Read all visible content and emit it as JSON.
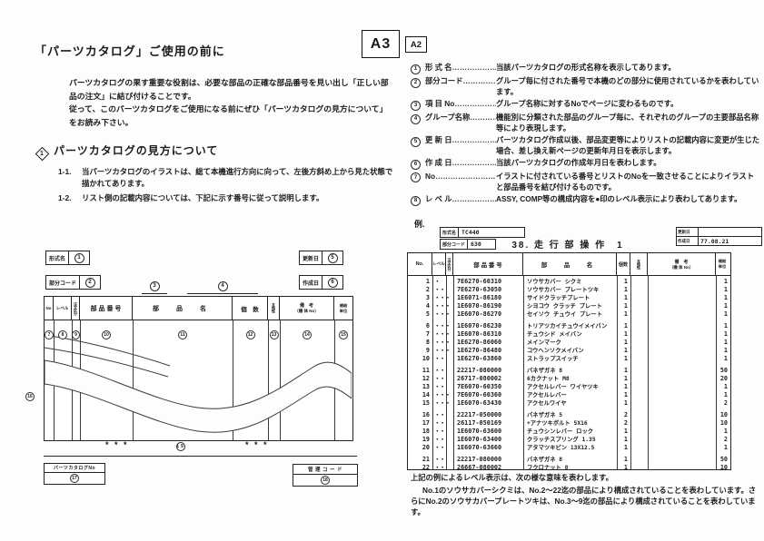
{
  "tags": {
    "a3": "A3",
    "a2": "A2"
  },
  "table_headers": {
    "no": "No",
    "no_dot": "No.",
    "level": "レベル",
    "order": "注文区分",
    "part_no": "部 品 番 号",
    "part_name": "部　品　名",
    "qty_wide": "個　数",
    "qty": "個数",
    "compat": "互換性",
    "remarks": "備　考",
    "remarks_sub": "（機 体 No）",
    "unit_l1": "補給",
    "unit_l2": "単位"
  },
  "left_page": {
    "title": "「パーツカタログ」ご使用の前に",
    "intro": [
      "パーツカタログの果す重要な役割は、必要な部品の正確な部品番号を見い出し「正しい部品の注文」に結び付けることです。",
      "従って、このパーツカタログをご使用になる前にぜひ「パーツカタログの見方について」をお読み下さい。"
    ],
    "section": {
      "marker": "1",
      "title": "パーツカタログの見方について"
    },
    "items": [
      {
        "no": "1-1.",
        "text": "当パーツカタログのイラストは、総て本機進行方向に向って、左後方斜め上から見た状態で描かれてあります。"
      },
      {
        "no": "1-2.",
        "text": "リスト側の記載内容については、下記に示す番号に従って説明します。"
      }
    ],
    "diagram": {
      "boxes": {
        "keishiki": {
          "label": "形式名",
          "ref": "1"
        },
        "koushin": {
          "label": "更新日",
          "ref": "5"
        },
        "bubun": {
          "label": "部分コード",
          "ref": "2"
        },
        "sakusei": {
          "label": "作成日",
          "ref": "6"
        }
      },
      "col_refs": [
        "3",
        "4"
      ],
      "ref_row": [
        "7",
        "8",
        "9",
        "10",
        "11",
        "12",
        "13",
        "14",
        "15"
      ],
      "illust_ref": "16",
      "stars": "* * *",
      "footer_ref": "19",
      "catalog_box": {
        "label": "パーツカタログNo",
        "ref": "17"
      },
      "kanri_box": {
        "label": "管 理 コ ー ド",
        "ref": "18"
      }
    }
  },
  "right_page": {
    "items": [
      {
        "ref": "1",
        "term": "形 式 名",
        "leader": "………………………",
        "desc": "当該パーツカタログの形式名称を表示してあります。"
      },
      {
        "ref": "2",
        "term": "部分コード",
        "leader": "………………………",
        "desc": "グループ毎に付された番号で本機のどの部分に使用されているかを表わしています。"
      },
      {
        "ref": "3",
        "term": "項 目 No",
        "leader": "………………………",
        "desc": "グループ名称に対するNoでページに変わるものです。"
      },
      {
        "ref": "4",
        "term": "グループ名称",
        "leader": "………………………",
        "desc": "機能別に分類された部品のグループ毎に、それぞれのグループの主要部品名称等により表現します。"
      },
      {
        "ref": "5",
        "term": "更 新 日",
        "leader": "………………………",
        "desc": "パーツカタログ作成以後、部品変更等によりリストの記載内容に変更が生じた場合、差し換え新ページの更新年月日を表示します。"
      },
      {
        "ref": "6",
        "term": "作 成 日",
        "leader": "………………………",
        "desc": "当該パーツカタログの作成年月日を表わします。"
      },
      {
        "ref": "7",
        "term": "No",
        "leader": "………………………",
        "desc": "イラストに付されている番号とリストのNoを一致させることによりイラストと部品番号を結び付けるものです。"
      },
      {
        "ref": "8",
        "term": "レ ベ ル",
        "leader": "………………………",
        "desc": "ASSY, COMP等の構成内容を●印のレベル表示により表わしてあります。"
      }
    ],
    "example_label": "例.",
    "example_table": {
      "keishiki_label": "形式名",
      "keishiki_value": "TC440",
      "bubun_label": "部分コード",
      "bubun_value": "630",
      "title": "38. 走 行 部 操 作　1",
      "update_label": "更新日",
      "update_value": "",
      "create_label": "作成日",
      "create_value": "77.08.21",
      "rows": [
        {
          "no": "1",
          "level": "・",
          "part_no": "7E6270-60310",
          "name": "ソウサカバー シクミ",
          "qty": "1",
          "unit": "1"
        },
        {
          "no": "2",
          "level": "・・",
          "part_no": "7E6270-63050",
          "name": "ソウサカバー プレートツキ",
          "qty": "1",
          "unit": "1"
        },
        {
          "no": "3",
          "level": "・・・",
          "part_no": "1E6071-86180",
          "name": "サイドクラッチプレート",
          "qty": "1",
          "unit": "1"
        },
        {
          "no": "4",
          "level": "・・・",
          "part_no": "1E6070-86190",
          "name": "シヨコウ クラッチ プレート",
          "qty": "1",
          "unit": "1"
        },
        {
          "no": "5",
          "level": "・・・",
          "part_no": "1E6070-86270",
          "name": "セイソウ チュウイ プレート",
          "qty": "1",
          "unit": "1"
        },
        {
          "no": "6",
          "level": "・・・",
          "part_no": "1E6070-86230",
          "name": "トリアツカイチュウイメイバン",
          "qty": "1",
          "unit": "1",
          "gap": true
        },
        {
          "no": "7",
          "level": "・・・",
          "part_no": "1E6070-86310",
          "name": "チュウシド メイバン",
          "qty": "1",
          "unit": "1"
        },
        {
          "no": "8",
          "level": "・・・",
          "part_no": "1E6270-86060",
          "name": "メインマーク",
          "qty": "1",
          "unit": "1"
        },
        {
          "no": "9",
          "level": "・・・",
          "part_no": "1E6270-86480",
          "name": "コウヘンソクメイバン",
          "qty": "1",
          "unit": "1"
        },
        {
          "no": "10",
          "level": "・・",
          "part_no": "1E6270-63860",
          "name": "ストラップスイッチ",
          "qty": "1",
          "unit": "1"
        },
        {
          "no": "11",
          "level": "・・",
          "part_no": "22217-080000",
          "name": "バネザガネ 8",
          "qty": "1",
          "unit": "50",
          "gap": true
        },
        {
          "no": "12",
          "level": "・・",
          "part_no": "26717-080002",
          "name": "6カクナット M8",
          "qty": "1",
          "unit": "20"
        },
        {
          "no": "13",
          "level": "・・",
          "part_no": "7E6070-60350",
          "name": "アクセルレバー ワイヤツキ",
          "qty": "1",
          "unit": "1"
        },
        {
          "no": "14",
          "level": "・・・",
          "part_no": "7E6070-60360",
          "name": "アクセルレバー",
          "qty": "1",
          "unit": "1"
        },
        {
          "no": "15",
          "level": "・・・",
          "part_no": "1E6070-63430",
          "name": "アクセルワイヤ",
          "qty": "1",
          "unit": "2"
        },
        {
          "no": "16",
          "level": "・・",
          "part_no": "22217-050000",
          "name": "バネザガネ 5",
          "qty": "2",
          "unit": "10",
          "gap": true
        },
        {
          "no": "17",
          "level": "・・",
          "part_no": "26117-050169",
          "name": "+アナツキボルト 5X16",
          "qty": "2",
          "unit": "10"
        },
        {
          "no": "18",
          "level": "・・",
          "part_no": "1E6070-63600",
          "name": "チュウシンレバー ロック",
          "qty": "1",
          "unit": "1"
        },
        {
          "no": "19",
          "level": "・・",
          "part_no": "1E6070-63400",
          "name": "クラッチスプリング 1.35",
          "qty": "1",
          "unit": "2"
        },
        {
          "no": "20",
          "level": "・・",
          "part_no": "1E6070-63660",
          "name": "アタマツキピン 13X12.5",
          "qty": "1",
          "unit": "1"
        },
        {
          "no": "21",
          "level": "・・",
          "part_no": "22217-080000",
          "name": "バネザガネ 8",
          "qty": "1",
          "unit": "50",
          "gap": true
        },
        {
          "no": "22",
          "level": "・・",
          "part_no": "26667-080002",
          "name": "フクロナット 8",
          "qty": "1",
          "unit": "10"
        }
      ]
    },
    "footnote": {
      "heading": "上記の例によるレベル表示は、次の様な意味を表わします。",
      "body": "No.1のソウサカバーシクミは、No.2〜22迄の部品により構成されていることを表わしています。さらにNo.2のソウサカバープレートツキは、No.3〜9迄の部品により構成されていることを表わしています。"
    }
  }
}
